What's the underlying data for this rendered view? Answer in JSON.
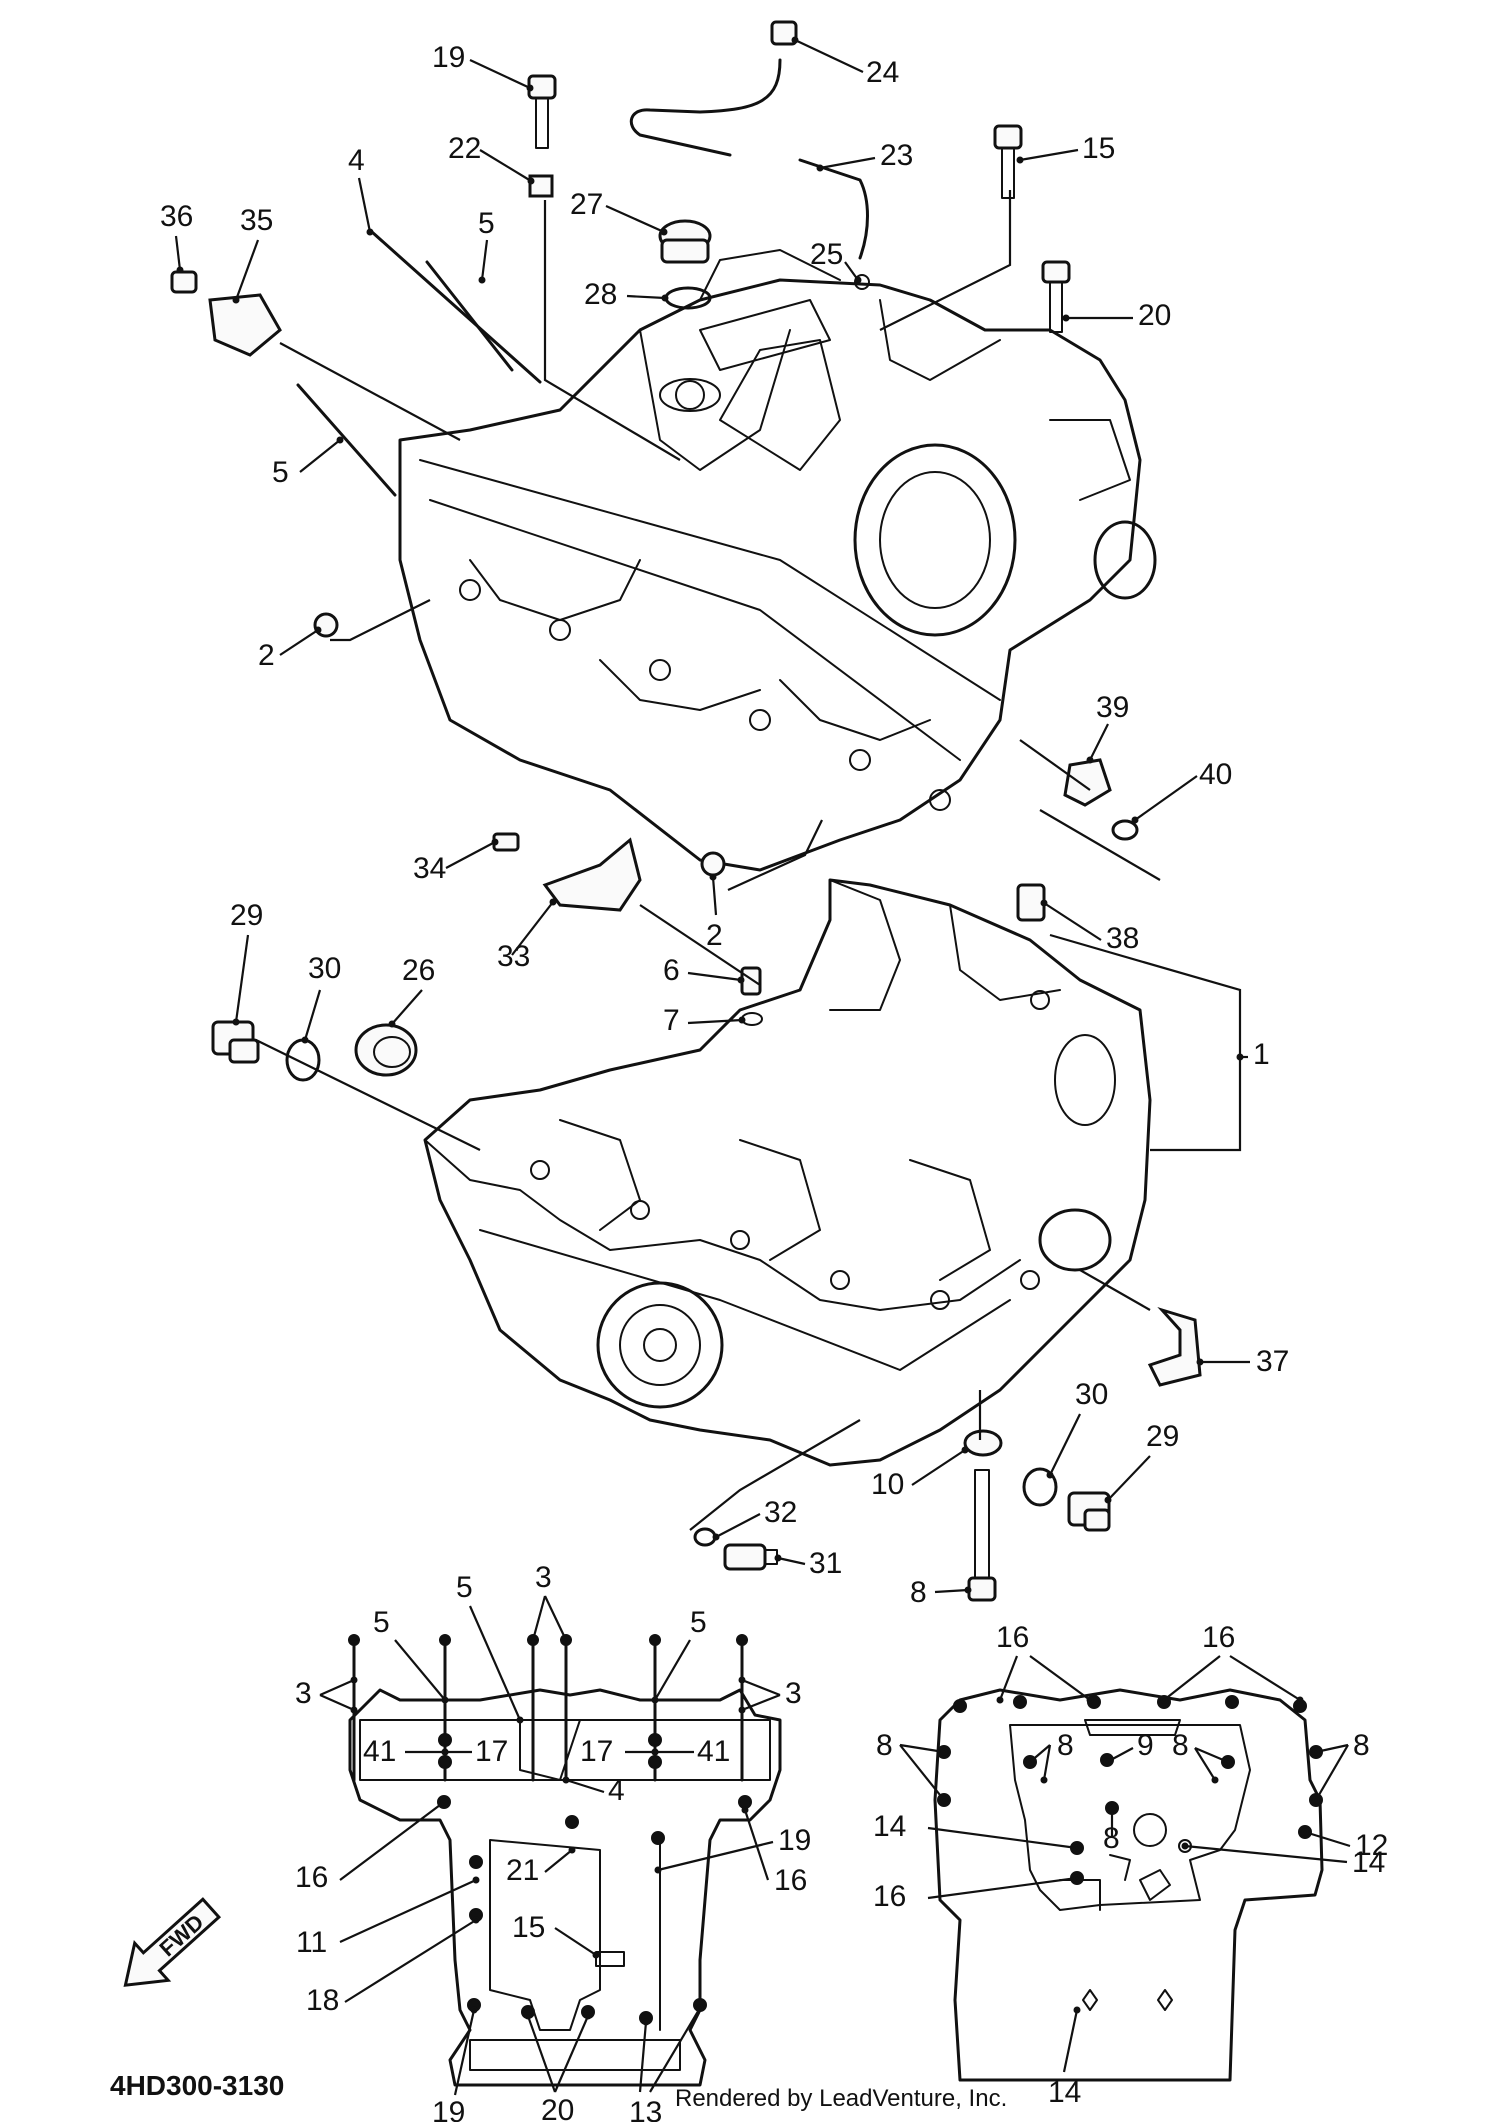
{
  "diagram": {
    "reference_code": "4HD300-3130",
    "credit": "Rendered by LeadVenture, Inc.",
    "direction_label": "FWD",
    "upper_callouts": [
      {
        "id": "c19",
        "label": "19"
      },
      {
        "id": "c24",
        "label": "24"
      },
      {
        "id": "c22",
        "label": "22"
      },
      {
        "id": "c23",
        "label": "23"
      },
      {
        "id": "c15",
        "label": "15"
      },
      {
        "id": "c4",
        "label": "4"
      },
      {
        "id": "c27",
        "label": "27"
      },
      {
        "id": "c36",
        "label": "36"
      },
      {
        "id": "c35",
        "label": "35"
      },
      {
        "id": "c5a",
        "label": "5"
      },
      {
        "id": "c25",
        "label": "25"
      },
      {
        "id": "c28",
        "label": "28"
      },
      {
        "id": "c20",
        "label": "20"
      },
      {
        "id": "c5b",
        "label": "5"
      },
      {
        "id": "c2a",
        "label": "2"
      },
      {
        "id": "c39",
        "label": "39"
      },
      {
        "id": "c40",
        "label": "40"
      },
      {
        "id": "c34",
        "label": "34"
      },
      {
        "id": "c2b",
        "label": "2"
      },
      {
        "id": "c29a",
        "label": "29"
      },
      {
        "id": "c30a",
        "label": "30"
      },
      {
        "id": "c26",
        "label": "26"
      },
      {
        "id": "c33",
        "label": "33"
      },
      {
        "id": "c38",
        "label": "38"
      },
      {
        "id": "c6",
        "label": "6"
      },
      {
        "id": "c7",
        "label": "7"
      },
      {
        "id": "c1",
        "label": "1"
      },
      {
        "id": "c37",
        "label": "37"
      },
      {
        "id": "c30b",
        "label": "30"
      },
      {
        "id": "c29b",
        "label": "29"
      },
      {
        "id": "c10",
        "label": "10"
      },
      {
        "id": "c32",
        "label": "32"
      },
      {
        "id": "c31",
        "label": "31"
      },
      {
        "id": "c8",
        "label": "8"
      }
    ],
    "top_view_callouts": [
      {
        "id": "t5a",
        "label": "5"
      },
      {
        "id": "t3a",
        "label": "3"
      },
      {
        "id": "t5b",
        "label": "5"
      },
      {
        "id": "t5c",
        "label": "5"
      },
      {
        "id": "t3b",
        "label": "3"
      },
      {
        "id": "t3c",
        "label": "3"
      },
      {
        "id": "t41a",
        "label": "41"
      },
      {
        "id": "t17a",
        "label": "17"
      },
      {
        "id": "t17b",
        "label": "17"
      },
      {
        "id": "t41b",
        "label": "41"
      },
      {
        "id": "t4",
        "label": "4"
      },
      {
        "id": "t19a",
        "label": "19"
      },
      {
        "id": "t21",
        "label": "21"
      },
      {
        "id": "t16a",
        "label": "16"
      },
      {
        "id": "t16b",
        "label": "16"
      },
      {
        "id": "t11",
        "label": "11"
      },
      {
        "id": "t15",
        "label": "15"
      },
      {
        "id": "t18",
        "label": "18"
      },
      {
        "id": "t19b",
        "label": "19"
      },
      {
        "id": "t20",
        "label": "20"
      },
      {
        "id": "t13",
        "label": "13"
      }
    ],
    "bottom_view_callouts": [
      {
        "id": "b16a",
        "label": "16"
      },
      {
        "id": "b16b",
        "label": "16"
      },
      {
        "id": "b8a",
        "label": "8"
      },
      {
        "id": "b8b",
        "label": "8"
      },
      {
        "id": "b9",
        "label": "9"
      },
      {
        "id": "b8c",
        "label": "8"
      },
      {
        "id": "b8d",
        "label": "8"
      },
      {
        "id": "b12",
        "label": "12"
      },
      {
        "id": "b14a",
        "label": "14"
      },
      {
        "id": "b8e",
        "label": "8"
      },
      {
        "id": "b14b",
        "label": "14"
      },
      {
        "id": "b16c",
        "label": "16"
      },
      {
        "id": "b14c",
        "label": "14"
      }
    ]
  }
}
